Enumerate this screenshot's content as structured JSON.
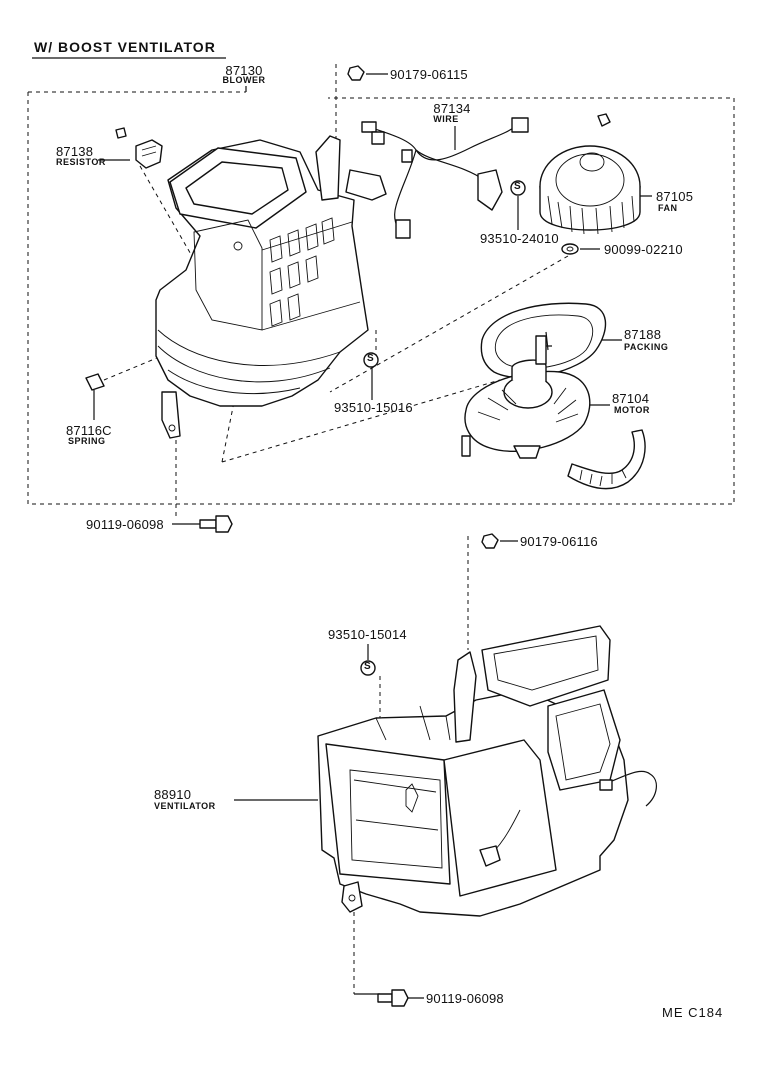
{
  "title": "W/ BOOST VENTILATOR",
  "footer_code": "ME C184",
  "parts": {
    "p87130": {
      "number": "87130",
      "name": "BLOWER"
    },
    "p87134": {
      "number": "87134",
      "name": "WIRE"
    },
    "p87138": {
      "number": "87138",
      "name": "RESISTOR"
    },
    "p87105": {
      "number": "87105",
      "name": "FAN"
    },
    "p87188": {
      "number": "87188",
      "name": "PACKING"
    },
    "p87104": {
      "number": "87104",
      "name": "MOTOR"
    },
    "p87116c": {
      "number": "87116C",
      "name": "SPRING"
    },
    "p88910": {
      "number": "88910",
      "name": "VENTILATOR"
    },
    "b90179a": {
      "number": "90179-06115"
    },
    "b93510a": {
      "number": "93510-24010"
    },
    "b90099": {
      "number": "90099-02210"
    },
    "b93510b": {
      "number": "93510-15016"
    },
    "b90119a": {
      "number": "90119-06098"
    },
    "b90179b": {
      "number": "90179-06116"
    },
    "b93510c": {
      "number": "93510-15014"
    },
    "b90119b": {
      "number": "90119-06098"
    }
  },
  "icons": {
    "s_mark": "S",
    "nut": "hex-nut-icon",
    "screw": "screw-icon"
  }
}
